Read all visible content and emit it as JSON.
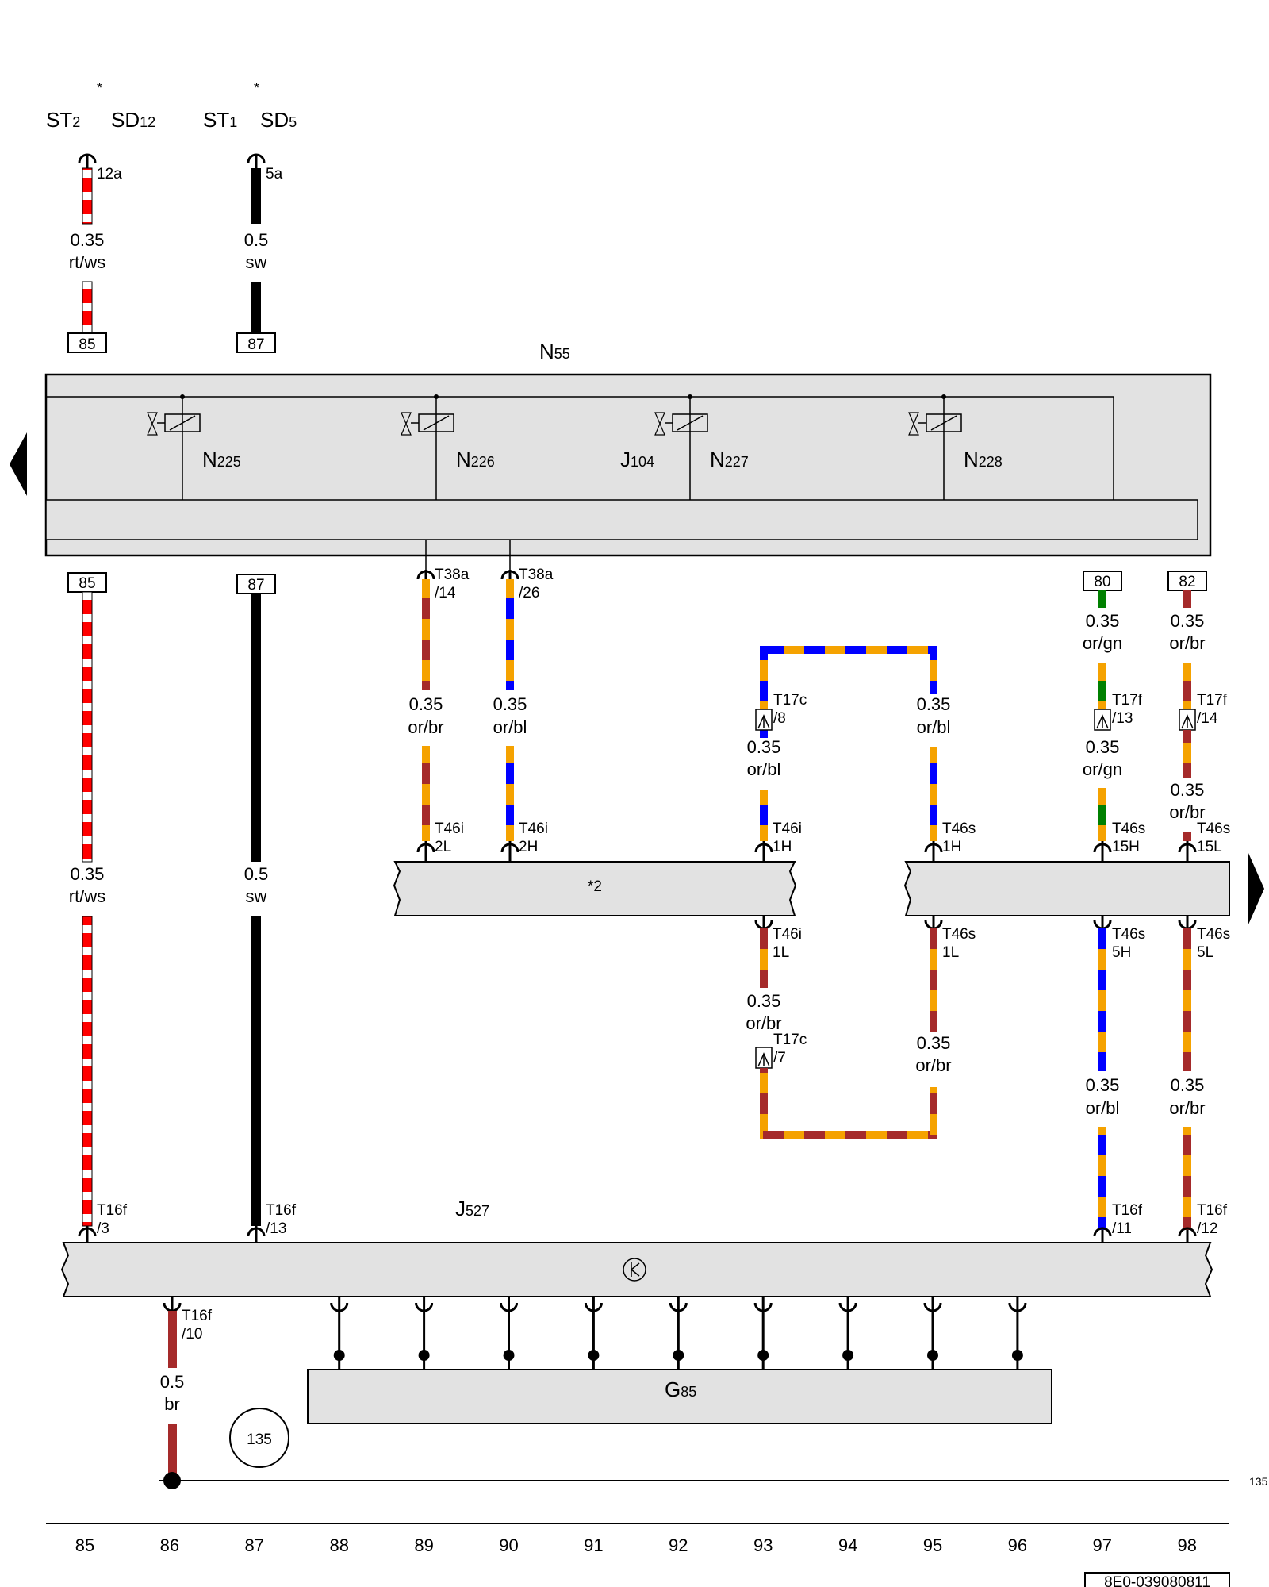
{
  "colors": {
    "rt": "#ff0000",
    "ws": "#ffffff",
    "sw": "#000000",
    "or": "#f5a200",
    "br": "#a52a2a",
    "bl": "#0000ff",
    "gn": "#008000",
    "box_fill": "#e2e2e2"
  },
  "top_refs": [
    {
      "label": "ST",
      "sub": "2",
      "star": "*"
    },
    {
      "label": "SD",
      "sub": "12",
      "star": ""
    },
    {
      "label": "ST",
      "sub": "1",
      "star": "*"
    },
    {
      "label": "SD",
      "sub": "5",
      "star": ""
    }
  ],
  "connector_labels": {
    "c12a": "12a",
    "c5a": "5a",
    "t38a_14a": "T38a",
    "t38a_14b": "/14",
    "t38a_26a": "T38a",
    "t38a_26b": "/26",
    "t17c_8a": "T17c",
    "t17c_8b": "/8",
    "t17c_7a": "T17c",
    "t17c_7b": "/7",
    "t17f_13a": "T17f",
    "t17f_13b": "/13",
    "t17f_14a": "T17f",
    "t17f_14b": "/14",
    "t46i_2la": "T46i",
    "t46i_2lb": "2L",
    "t46i_2ha": "T46i",
    "t46i_2hb": "2H",
    "t46i_1ha": "T46i",
    "t46i_1hb": "1H",
    "t46i_1la": "T46i",
    "t46i_1lb": "1L",
    "t46s_1ha": "T46s",
    "t46s_1hb": "1H",
    "t46s_1la": "T46s",
    "t46s_1lb": "1L",
    "t46s_15ha": "T46s",
    "t46s_15hb": "15H",
    "t46s_15la": "T46s",
    "t46s_15lb": "15L",
    "t46s_5ha": "T46s",
    "t46s_5hb": "5H",
    "t46s_5la": "T46s",
    "t46s_5lb": "5L",
    "t16f_3a": "T16f",
    "t16f_3b": "/3",
    "t16f_13a": "T16f",
    "t16f_13b": "/13",
    "t16f_11a": "T16f",
    "t16f_11b": "/11",
    "t16f_12a": "T16f",
    "t16f_12b": "/12",
    "t16f_10a": "T16f",
    "t16f_10b": "/10"
  },
  "box_refs": {
    "b85top": "85",
    "b87top": "87",
    "b85mid": "85",
    "b87mid": "87",
    "b80": "80",
    "b82": "82"
  },
  "components": {
    "n55": {
      "label": "N",
      "sub": "55"
    },
    "n225": {
      "label": "N",
      "sub": "225"
    },
    "n226": {
      "label": "N",
      "sub": "226"
    },
    "j104": {
      "label": "J",
      "sub": "104"
    },
    "n227": {
      "label": "N",
      "sub": "227"
    },
    "n228": {
      "label": "N",
      "sub": "228"
    },
    "j527": {
      "label": "J",
      "sub": "527"
    },
    "g85": {
      "label": "G",
      "sub": "85"
    },
    "star2": "*2"
  },
  "wire_labels": {
    "w1": {
      "g": "0.35",
      "c": "rt/ws"
    },
    "w2": {
      "g": "0.5",
      "c": "sw"
    },
    "w3": {
      "g": "0.35",
      "c": "rt/ws"
    },
    "w4": {
      "g": "0.5",
      "c": "sw"
    },
    "w5": {
      "g": "0.35",
      "c": "or/br"
    },
    "w6": {
      "g": "0.35",
      "c": "or/bl"
    },
    "w7": {
      "g": "0.35",
      "c": "or/bl"
    },
    "w8": {
      "g": "0.35",
      "c": "or/bl"
    },
    "w9": {
      "g": "0.35",
      "c": "or/br"
    },
    "w10": {
      "g": "0.35",
      "c": "or/br"
    },
    "w11": {
      "g": "0.35",
      "c": "or/gn"
    },
    "w12": {
      "g": "0.35",
      "c": "or/gn"
    },
    "w13": {
      "g": "0.35",
      "c": "or/br"
    },
    "w14": {
      "g": "0.35",
      "c": "or/br"
    },
    "w15": {
      "g": "0.35",
      "c": "or/bl"
    },
    "w16": {
      "g": "0.35",
      "c": "or/br"
    },
    "w17": {
      "g": "0.5",
      "c": "br"
    }
  },
  "ground_ref": "135",
  "edge_ref": "135",
  "columns": [
    "85",
    "86",
    "87",
    "88",
    "89",
    "90",
    "91",
    "92",
    "93",
    "94",
    "95",
    "96",
    "97",
    "98"
  ],
  "doc_number": "8E0-039080811"
}
